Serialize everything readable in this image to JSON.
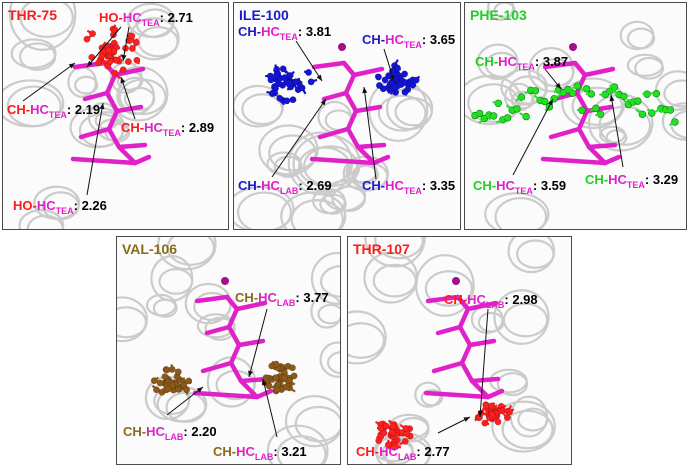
{
  "panels": [
    {
      "id": "thr75",
      "title": "THR-75",
      "title_color": "#ff1a1a",
      "residue_color": "#ff1f1f",
      "labels": [
        {
          "prefix": "HO-",
          "hc": "HC",
          "sub": "TEA",
          "value": "2.71"
        },
        {
          "prefix": "CH-",
          "hc": "HC",
          "sub": "TEA",
          "value": "2.19"
        },
        {
          "prefix": "CH-",
          "hc": "HC",
          "sub": "TEA",
          "value": "2.89"
        },
        {
          "prefix": "HO-",
          "hc": "HC",
          "sub": "TEA",
          "value": "2.26"
        }
      ]
    },
    {
      "id": "ile100",
      "title": "ILE-100",
      "title_color": "#1a1acc",
      "residue_color": "#1414d4",
      "labels": [
        {
          "prefix": "CH-",
          "hc": "HC",
          "sub": "TEA",
          "value": "3.81"
        },
        {
          "prefix": "CH-",
          "hc": "HC",
          "sub": "TEA",
          "value": "3.65"
        },
        {
          "prefix": "CH-",
          "hc": "HC",
          "sub": "LAB",
          "value": "2.69"
        },
        {
          "prefix": "CH-",
          "hc": "HC",
          "sub": "TEA",
          "value": "3.35"
        }
      ]
    },
    {
      "id": "phe103",
      "title": "PHE-103",
      "title_color": "#1fd01f",
      "residue_color": "#22e022",
      "labels": [
        {
          "prefix": "CH-",
          "hc": "HC",
          "sub": "TEA",
          "value": "3.87"
        },
        {
          "prefix": "CH-",
          "hc": "HC",
          "sub": "TEA",
          "value": "3.59"
        },
        {
          "prefix": "CH-",
          "hc": "HC",
          "sub": "TEA",
          "value": "3.29"
        }
      ]
    },
    {
      "id": "val106",
      "title": "VAL-106",
      "title_color": "#8a6a1a",
      "residue_color": "#8b5a1a",
      "labels": [
        {
          "prefix": "CH-",
          "hc": "HC",
          "sub": "LAB",
          "value": "3.77"
        },
        {
          "prefix": "CH-",
          "hc": "HC",
          "sub": "LAB",
          "value": "2.20"
        },
        {
          "prefix": "CH-",
          "hc": "HC",
          "sub": "LAB",
          "value": "3.21"
        }
      ]
    },
    {
      "id": "thr107",
      "title": "THR-107",
      "title_color": "#ff1a1a",
      "residue_color": "#ff1f1f",
      "labels": [
        {
          "prefix": "CH-",
          "hc": "HC",
          "sub": "LAB",
          "value": "2.98"
        },
        {
          "prefix": "CH-",
          "hc": "HC",
          "sub": "LAB",
          "value": "2.77"
        }
      ]
    }
  ],
  "colors": {
    "ligand": "#e020c8",
    "ion": "#a0108a",
    "ribbon": "#b8b8b8"
  }
}
